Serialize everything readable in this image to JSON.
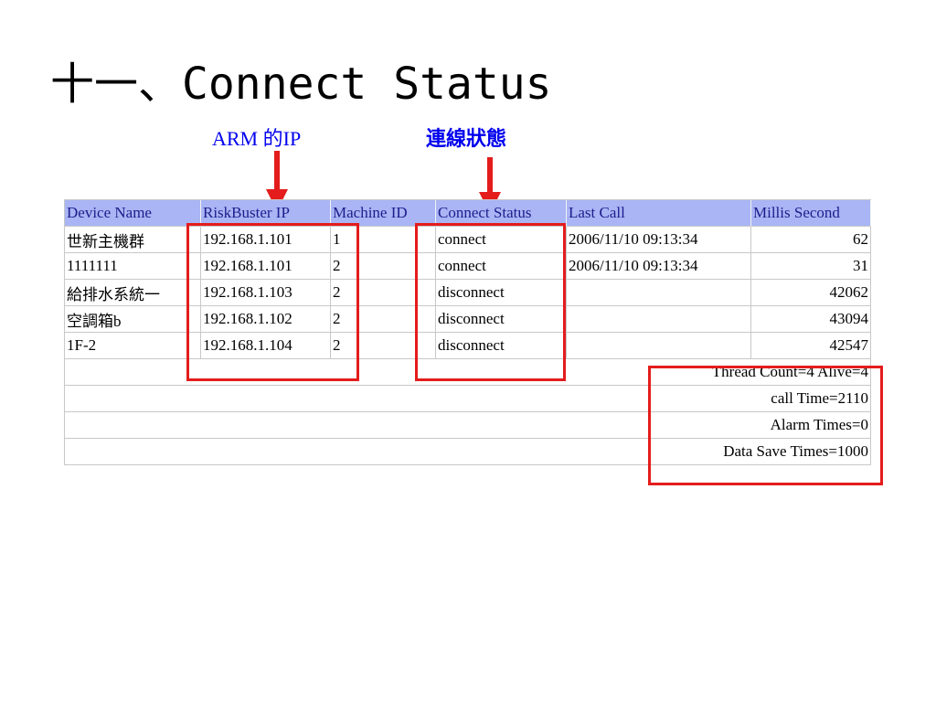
{
  "title": "十一、Connect Status",
  "callouts": {
    "arm_ip": "ARM 的IP",
    "connect_status": "連線狀態"
  },
  "table": {
    "headers": [
      "Device Name",
      "RiskBuster IP",
      "Machine ID",
      "Connect Status",
      "Last Call",
      "Millis Second"
    ],
    "rows": [
      [
        "世新主機群",
        "192.168.1.101",
        "1",
        "connect",
        "2006/11/10 09:13:34",
        "62"
      ],
      [
        "1111111",
        "192.168.1.101",
        "2",
        "connect",
        "2006/11/10 09:13:34",
        "31"
      ],
      [
        "給排水系統一",
        "192.168.1.103",
        "2",
        "disconnect",
        "",
        "42062"
      ],
      [
        "空調箱b",
        "192.168.1.102",
        "2",
        "disconnect",
        "",
        "43094"
      ],
      [
        "1F-2",
        "192.168.1.104",
        "2",
        "disconnect",
        "",
        "42547"
      ]
    ],
    "summary": [
      "Thread Count=4  Alive=4",
      "call Time=2110",
      "Alarm Times=0",
      "Data Save Times=1000"
    ]
  },
  "colors": {
    "header_bg": "#a9b5f4",
    "highlight": "#e41c1c",
    "callout": "#0000ee"
  }
}
